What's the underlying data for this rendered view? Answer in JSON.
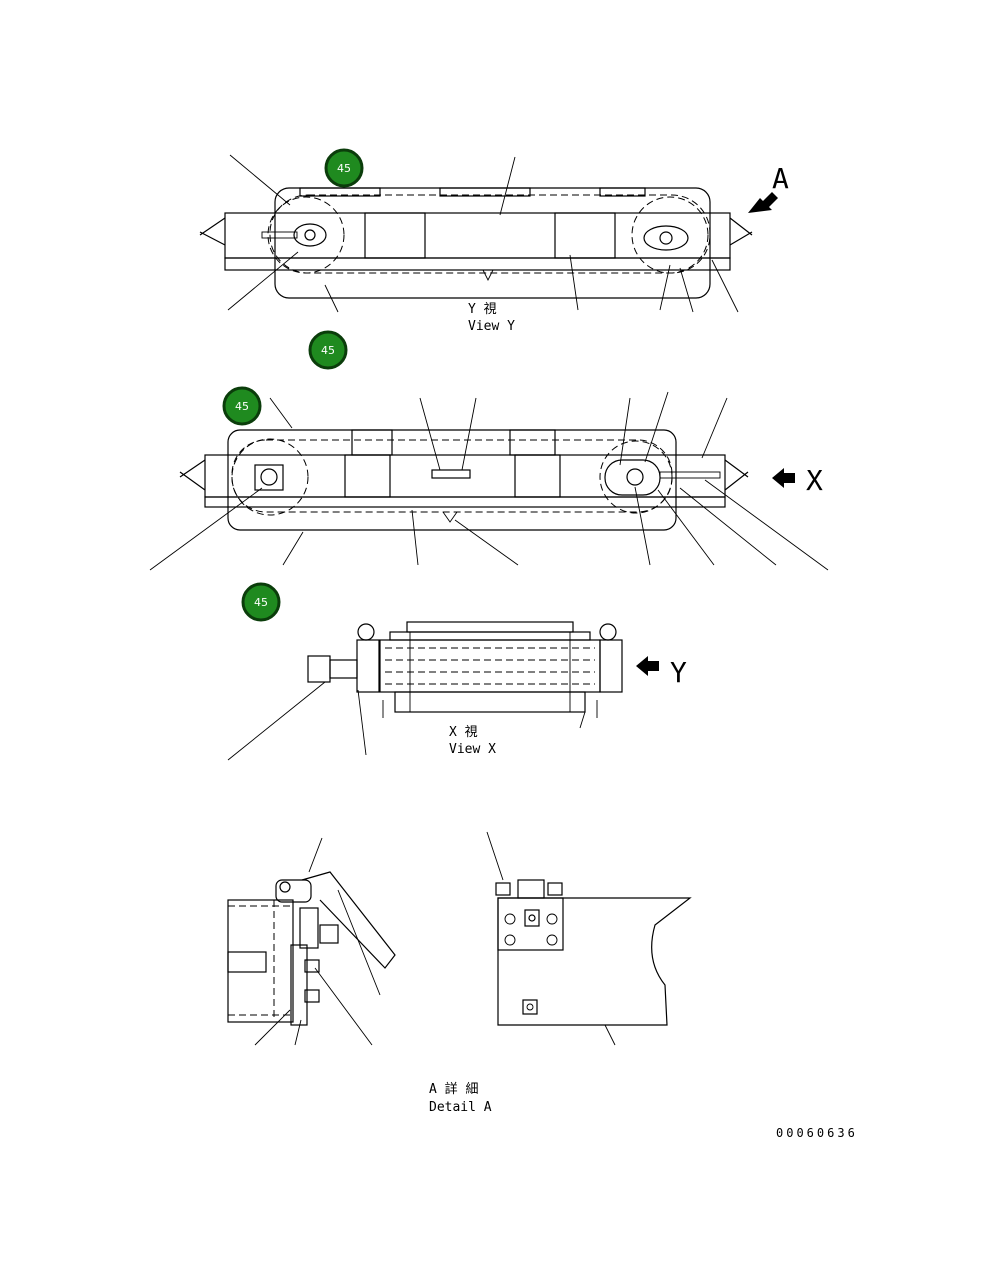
{
  "badge_number": "45",
  "views": {
    "view_y_jp": "Y 視",
    "view_y_en": "View Y",
    "view_x_jp": "X 視",
    "view_x_en": "View X",
    "detail_a_jp": "A 詳 細",
    "detail_a_en": "Detail A"
  },
  "arrows": {
    "a": "A",
    "x": "X",
    "y": "Y"
  },
  "drawing_number": "00060636",
  "colors": {
    "badge_fill": "#1f8a1f",
    "badge_stroke": "#0b3d0b",
    "line": "#000000"
  }
}
